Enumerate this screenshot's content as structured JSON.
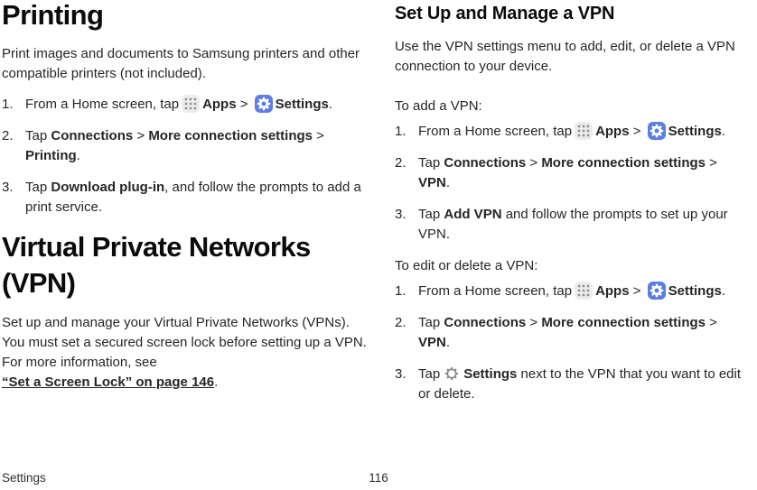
{
  "colors": {
    "settings_icon_blue": "#5d7de2",
    "apps_icon_bg": "#ececec",
    "apps_icon_dots": "#8f8f8f",
    "outline_gear_gray": "#8a8a8a",
    "body_text": "#262626"
  },
  "footer": {
    "section": "Settings",
    "page_number": "116"
  },
  "columns": {
    "left": {
      "blocks": [
        {
          "type": "h1",
          "name": "chapter-heading-printing",
          "text": "Printing"
        },
        {
          "type": "para",
          "segments": [
            {
              "t": "Print images and documents to Samsung printers and other compatible printers (not included)."
            }
          ]
        },
        {
          "type": "list",
          "items": [
            {
              "num": "1.",
              "segments": [
                {
                  "t": "From a Home screen, tap"
                },
                {
                  "icon": "apps-icon"
                },
                {
                  "t": "Apps",
                  "b": true
                },
                {
                  "t": " > "
                },
                {
                  "icon": "settings-app-icon"
                },
                {
                  "t": "Settings",
                  "b": true
                },
                {
                  "t": "."
                }
              ]
            },
            {
              "num": "2.",
              "segments": [
                {
                  "t": "Tap "
                },
                {
                  "t": "Connections",
                  "b": true
                },
                {
                  "t": " > "
                },
                {
                  "t": "More connection settings",
                  "b": true
                },
                {
                  "t": " > "
                },
                {
                  "t": "Printing",
                  "b": true
                },
                {
                  "t": "."
                }
              ]
            },
            {
              "num": "3.",
              "segments": [
                {
                  "t": "Tap "
                },
                {
                  "t": "Download plug-in",
                  "b": true
                },
                {
                  "t": ", and follow the prompts to add a print service."
                }
              ]
            }
          ]
        },
        {
          "type": "h1",
          "name": "chapter-heading-vpn",
          "text": "Virtual Private Networks (VPN)"
        },
        {
          "type": "para",
          "segments": [
            {
              "t": "Set up and manage your Virtual Private Networks (VPNs). You must set a secured screen lock before setting up a VPN. For more information, see "
            },
            {
              "t": "“Set a Screen Lock” on page 146",
              "b": true,
              "link": true
            },
            {
              "t": "."
            }
          ]
        }
      ]
    },
    "right": {
      "blocks": [
        {
          "type": "h2",
          "name": "section-heading-setup-vpn",
          "text": "Set Up and Manage a VPN"
        },
        {
          "type": "para",
          "segments": [
            {
              "t": "Use the VPN settings menu to add, edit, or delete a VPN connection to your device."
            }
          ]
        },
        {
          "type": "intro",
          "name": "list-intro-add-vpn",
          "text": "To add a VPN:"
        },
        {
          "type": "list",
          "items": [
            {
              "num": "1.",
              "segments": [
                {
                  "t": "From a Home screen, tap"
                },
                {
                  "icon": "apps-icon"
                },
                {
                  "t": "Apps",
                  "b": true
                },
                {
                  "t": " > "
                },
                {
                  "icon": "settings-app-icon"
                },
                {
                  "t": "Settings",
                  "b": true
                },
                {
                  "t": "."
                }
              ]
            },
            {
              "num": "2.",
              "segments": [
                {
                  "t": "Tap "
                },
                {
                  "t": "Connections",
                  "b": true
                },
                {
                  "t": " > "
                },
                {
                  "t": "More connection settings",
                  "b": true
                },
                {
                  "t": " > "
                },
                {
                  "t": "VPN",
                  "b": true
                },
                {
                  "t": "."
                }
              ]
            },
            {
              "num": "3.",
              "segments": [
                {
                  "t": "Tap "
                },
                {
                  "t": "Add VPN",
                  "b": true
                },
                {
                  "t": " and follow the prompts to set up your VPN."
                }
              ]
            }
          ]
        },
        {
          "type": "intro",
          "name": "list-intro-edit-delete-vpn",
          "second": true,
          "text": "To edit or delete a VPN:"
        },
        {
          "type": "list",
          "items": [
            {
              "num": "1.",
              "segments": [
                {
                  "t": "From a Home screen, tap"
                },
                {
                  "icon": "apps-icon"
                },
                {
                  "t": "Apps",
                  "b": true
                },
                {
                  "t": " > "
                },
                {
                  "icon": "settings-app-icon"
                },
                {
                  "t": "Settings",
                  "b": true
                },
                {
                  "t": "."
                }
              ]
            },
            {
              "num": "2.",
              "segments": [
                {
                  "t": "Tap "
                },
                {
                  "t": "Connections",
                  "b": true
                },
                {
                  "t": " > "
                },
                {
                  "t": "More connection settings",
                  "b": true
                },
                {
                  "t": " > "
                },
                {
                  "t": "VPN",
                  "b": true
                },
                {
                  "t": "."
                }
              ]
            },
            {
              "num": "3.",
              "segments": [
                {
                  "t": "Tap"
                },
                {
                  "icon": "settings-gear-outline-icon"
                },
                {
                  "t": "Settings",
                  "b": true
                },
                {
                  "t": " next to the VPN that you want to edit or delete."
                }
              ]
            }
          ]
        }
      ]
    }
  }
}
